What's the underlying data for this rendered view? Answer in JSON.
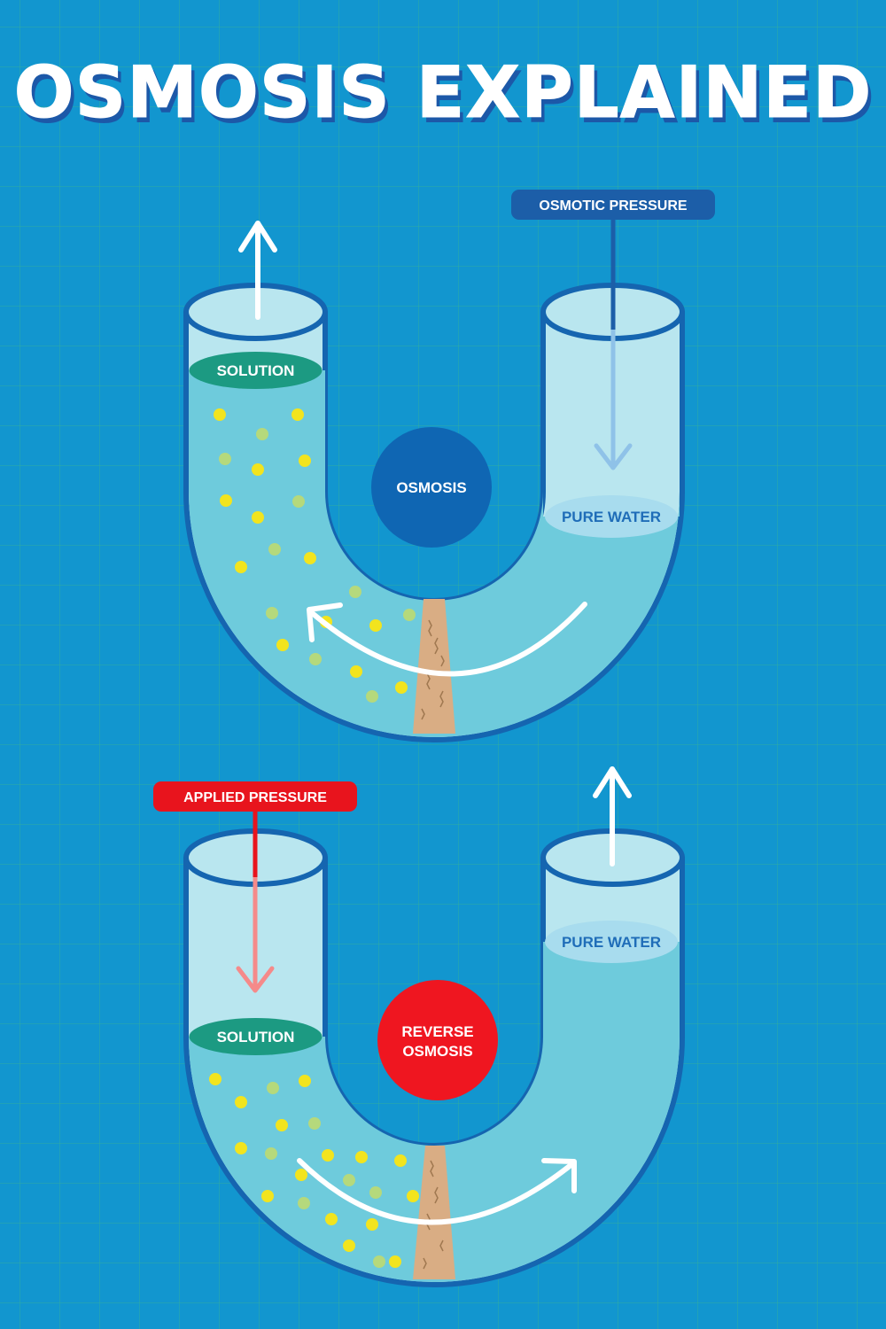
{
  "title": "OSMOSIS EXPLAINED",
  "colors": {
    "background": "#1296cf",
    "tube_outline": "#1565b0",
    "tube_glass": "#b9e6ef",
    "liquid": "#6ecbdc",
    "solution_label": "#1c9a82",
    "osmosis_circle": "#0f66b3",
    "reverse_circle": "#ef1620",
    "applied_pressure": "#e8141d",
    "membrane": "#d9ad84",
    "particle": "#f2e41e"
  },
  "top_diagram": {
    "osmotic_pressure_label": "OSMOTIC PRESSURE",
    "solution_label": "SOLUTION",
    "center_label": "OSMOSIS",
    "pure_water_label": "PURE WATER"
  },
  "bottom_diagram": {
    "applied_pressure_label": "APPLIED PRESSURE",
    "solution_label": "SOLUTION",
    "center_label_line1": "REVERSE",
    "center_label_line2": "OSMOSIS",
    "pure_water_label": "PURE WATER"
  }
}
